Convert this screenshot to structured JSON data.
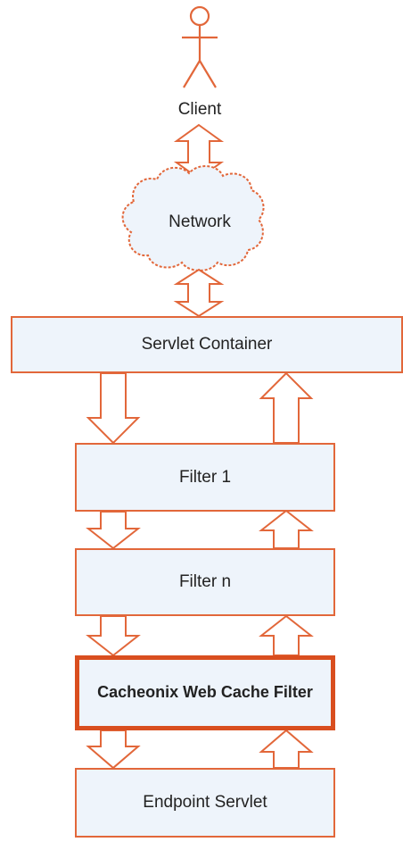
{
  "diagram": {
    "client": {
      "label": "Client"
    },
    "network": {
      "label": "Network"
    },
    "servlet_container": {
      "label": "Servlet Container"
    },
    "filter_1": {
      "label": "Filter 1"
    },
    "filter_n": {
      "label": "Filter n"
    },
    "cache_filter": {
      "label": "Cacheonix Web Cache Filter"
    },
    "endpoint": {
      "label": "Endpoint Servlet"
    }
  },
  "colors": {
    "stroke": "#e2673a",
    "highlight_stroke": "#d94e1f",
    "box_fill": "#eef4fb",
    "text": "#222222"
  }
}
